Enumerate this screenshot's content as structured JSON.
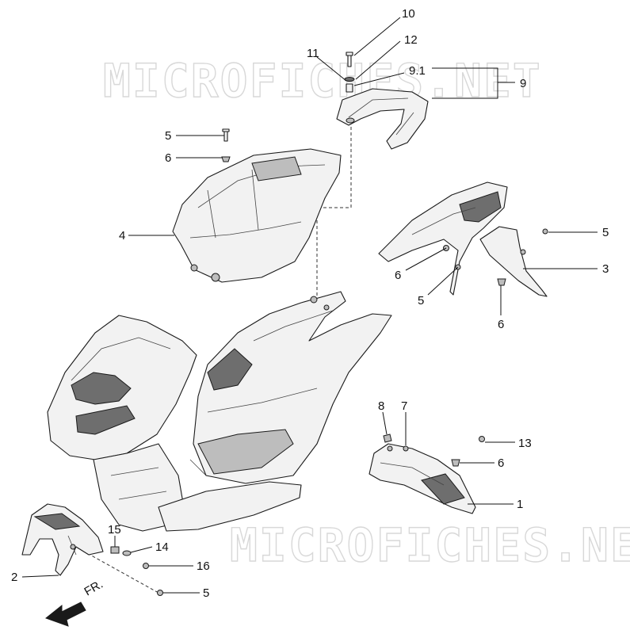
{
  "watermark": {
    "top": "MICROFICHES.NET",
    "bottom": "MICROFICHES.NET"
  },
  "direction_label": "FR.",
  "callouts": {
    "c10": "10",
    "c12": "12",
    "c11": "11",
    "c91": "9.1",
    "c9": "9",
    "c5_seat": "5",
    "c6_seat": "6",
    "c4": "4",
    "c5_rear_r": "5",
    "c3": "3",
    "c6_rear_l": "6",
    "c5_rear_b": "5",
    "c6_rear_b": "6",
    "c8": "8",
    "c7": "7",
    "c13": "13",
    "c6_fender": "6",
    "c1": "1",
    "c15": "15",
    "c14": "14",
    "c16": "16",
    "c2": "2",
    "c5_front": "5"
  }
}
